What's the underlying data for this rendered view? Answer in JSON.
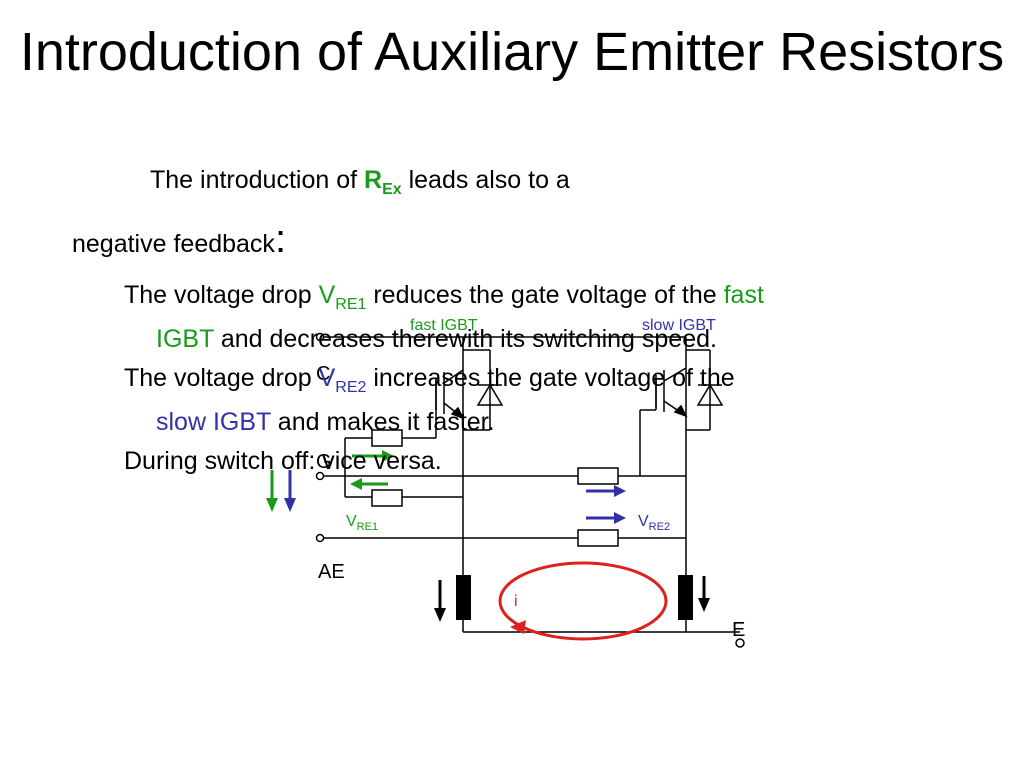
{
  "slide": {
    "title": "Introduction of Auxiliary Emitter Resistors",
    "intro": {
      "prefix": "The introduction of ",
      "symbol": "R",
      "symbol_sub": "Ex",
      "suffix": " leads also to a",
      "line2": "negative feedback",
      "colon": ":"
    },
    "bullets": [
      {
        "a": "The voltage drop ",
        "v": "V",
        "v_sub": "RE1",
        "b": " reduces the gate voltage of the ",
        "igbt": "fast IGBT",
        "c": " and decreases therewith its switching speed."
      },
      {
        "a": "The voltage drop ",
        "v": "V",
        "v_sub": "RE2",
        "b": " increases the gate voltage of the ",
        "igbt": "slow IGBT",
        "c": " and makes it faster."
      },
      {
        "text": "During switch off: vice versa."
      }
    ]
  },
  "schematic": {
    "label_fast": "fast IGBT",
    "label_slow": "slow IGBT",
    "terminal_c": "C",
    "terminal_g": "G",
    "terminal_ae": "AE",
    "terminal_e": "E",
    "vre1_v": "V",
    "vre1_sub": "RE1",
    "vre2_v": "V",
    "vre2_sub": "RE2",
    "current": "i",
    "colors": {
      "green": "#1a9a1a",
      "blue": "#3232a8",
      "red": "#e02020",
      "wire": "#000000"
    }
  }
}
